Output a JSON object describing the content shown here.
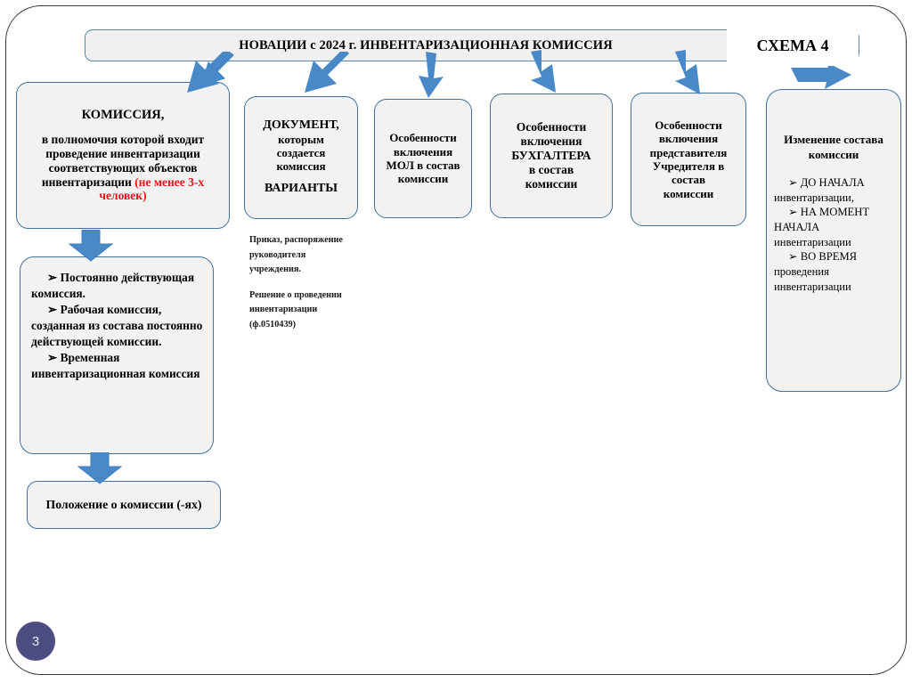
{
  "slide": {
    "number": "3",
    "scheme_badge": "СХЕМА 4",
    "header_title": "НОВАЦИИ с 2024 г. ИНВЕНТАРИЗАЦИОННАЯ КОМИССИЯ"
  },
  "colors": {
    "box_fill": "#f2f2f2",
    "box_border": "#41719c",
    "arrow_fill": "#4a89c8",
    "arrow_stroke": "#3a76b5",
    "accent_red": "#e8131a",
    "badge_fill": "#4b4c80",
    "header_fill": "#f0f0f0",
    "page_frame": "#3a3a3a"
  },
  "boxes": {
    "komissiya": {
      "title": "КОМИССИЯ,",
      "body_plain": "в полномочия которой входит проведение инвентаризации соответствующих объектов инвентаризации ",
      "body_red": "(не менее 3-х человек)"
    },
    "document": {
      "line1": "ДОКУМЕНТ,",
      "line2": "которым",
      "line3": "создается",
      "line4": "комиссия",
      "line5": "ВАРИАНТЫ"
    },
    "mol": {
      "text": "Особенности включения МОЛ в состав комиссии"
    },
    "buhgalter": {
      "l1": "Особенности",
      "l2": "включения",
      "l3": "БУХГАЛТЕРА",
      "l4": "в состав",
      "l5": "комиссии"
    },
    "uchreditel": {
      "l1": "Особенности",
      "l2": "включения",
      "l3": "представителя",
      "l4": "Учредителя в",
      "l5": "состав",
      "l6": "комиссии"
    },
    "izmenenie": {
      "heading": "Изменение состава комиссии",
      "items": [
        "ДО НАЧАЛА инвентаризации,",
        "НА МОМЕНТ НАЧАЛА инвентаризации",
        "ВО ВРЕМЯ проведения инвентаризации"
      ]
    },
    "commission_types": {
      "items": [
        "Постоянно действующая комиссия.",
        "Рабочая комиссия, созданная из состава постоянно действующей комиссии.",
        "Временная инвентаризационная комиссия"
      ]
    },
    "polozhenie": {
      "text": "Положение о комиссии (-ях)"
    }
  },
  "doc_text": {
    "paragraph1": "Приказ, распоряжение руководителя учреждения.",
    "paragraph2": "Решение о проведении инвентаризации (ф.0510439)"
  },
  "bullet_glyph": "➢"
}
